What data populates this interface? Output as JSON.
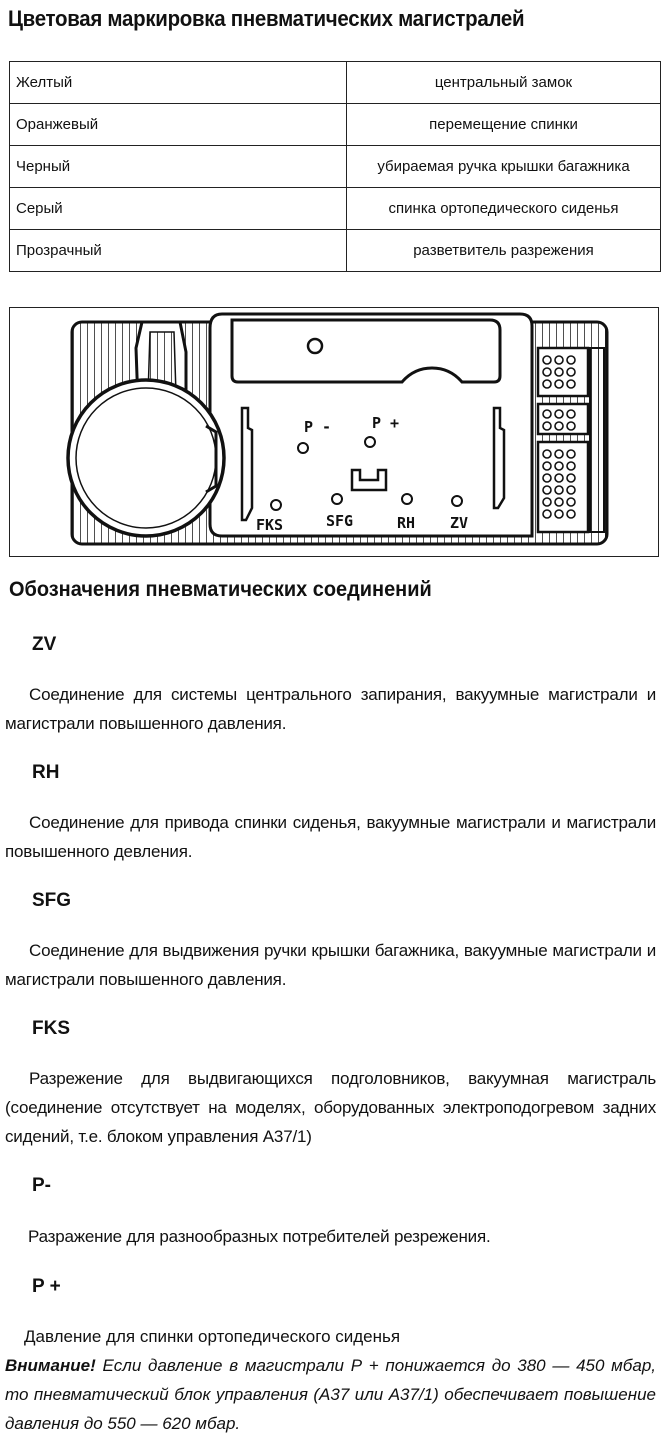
{
  "title": "Цветовая маркировка пневматических магистралей",
  "color_table": [
    {
      "color": "Желтый",
      "purpose": "центральный замок"
    },
    {
      "color": "Оранжевый",
      "purpose": "перемещение спинки"
    },
    {
      "color": "Черный",
      "purpose": "убираемая ручка крышки багажника"
    },
    {
      "color": "Серый",
      "purpose": "спинка ортопедического сиденья"
    },
    {
      "color": "Прозрачный",
      "purpose": "разветвитель разрежения"
    }
  ],
  "figure": {
    "labels": {
      "p_minus": "P -",
      "p_plus": "P +",
      "fks": "FKS",
      "sfg": "SFG",
      "rh": "RH",
      "zv": "ZV"
    }
  },
  "connections_title": "Обозначения пневматических соединений",
  "sections": [
    {
      "code": "ZV",
      "text": "Соединение для системы центрального запирания, вакуумные магистрали и магистрали повышенного давления."
    },
    {
      "code": "RH",
      "text": "Соединение для привода спинки сиденья, вакуумные магистрали и магистрали повышенного девления."
    },
    {
      "code": "SFG",
      "text": "Соединение для выдвижения ручки крышки багажника, вакуумные магистрали и магистрали повышенного давления."
    },
    {
      "code": "FKS",
      "text": "Разрежение для выдвигающихся подголовников, вакуумная магистраль (соединение отсутствует на моделях, оборудованных электроподогревом задних сидений, т.е. блоком управления А37/1)"
    },
    {
      "code": "P-",
      "text": "Разражение для разнообразных потребителей резрежения."
    },
    {
      "code": "P +",
      "text": "Давление для спинки ортопедического сиденья"
    }
  ],
  "warning": {
    "label": "Внимание!",
    "text": " Если давление в магистрали Р + понижается до 380 — 450 мбар, то пневматический блок управления (А37 или А37/1) обеспечивает повышение давления до 550 — 620 мбар."
  }
}
